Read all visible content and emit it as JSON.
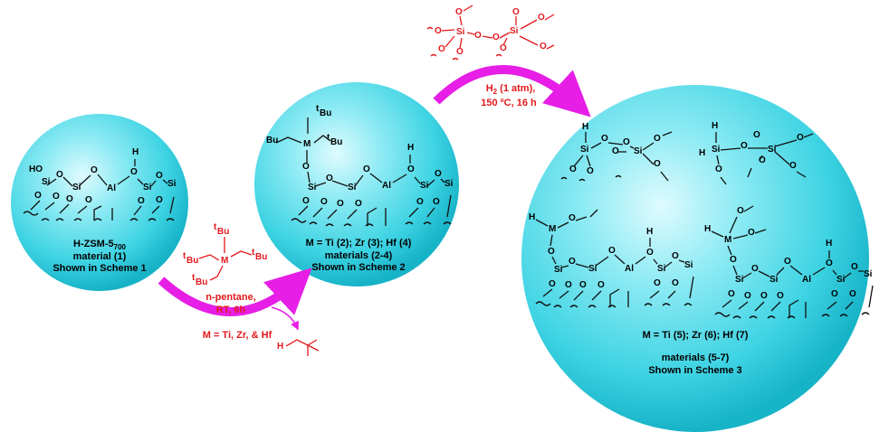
{
  "colors": {
    "sphere_light": "#dffbff",
    "sphere_main": "#3dd3e3",
    "sphere_dark": "#17b3c7",
    "arrow": "#e61ee6",
    "reagent_text": "#e3181b"
  },
  "sphere1": {
    "line1": "H-ZSM-5",
    "line1_sub": "700",
    "line2": "material (1)",
    "line3": "Shown in Scheme 1"
  },
  "sphere2": {
    "line1": "M = Ti (2); Zr (3); Hf (4)",
    "line2": "materials (2-4)",
    "line3": "Shown in Scheme 2"
  },
  "sphere3": {
    "line1": "M = Ti (5); Zr (6); Hf (7)",
    "line2": "materials (5-7)",
    "line3": "Shown in Scheme 3"
  },
  "step1": {
    "solvent": "n-pentane,",
    "conditions": "RT, 6h",
    "metals": "M = Ti, Zr, & Hf",
    "byproduct_atom": "H"
  },
  "step2": {
    "gas": "H",
    "gas_sub": "2",
    "gas_rest": " (1 atm),",
    "conditions": "150 ºC, 16 h"
  },
  "atoms": {
    "si": "Si",
    "al": "Al",
    "o": "O",
    "h": "H",
    "ho": "HO",
    "m": "M",
    "tbu_sup": "t",
    "tbu": "Bu"
  }
}
